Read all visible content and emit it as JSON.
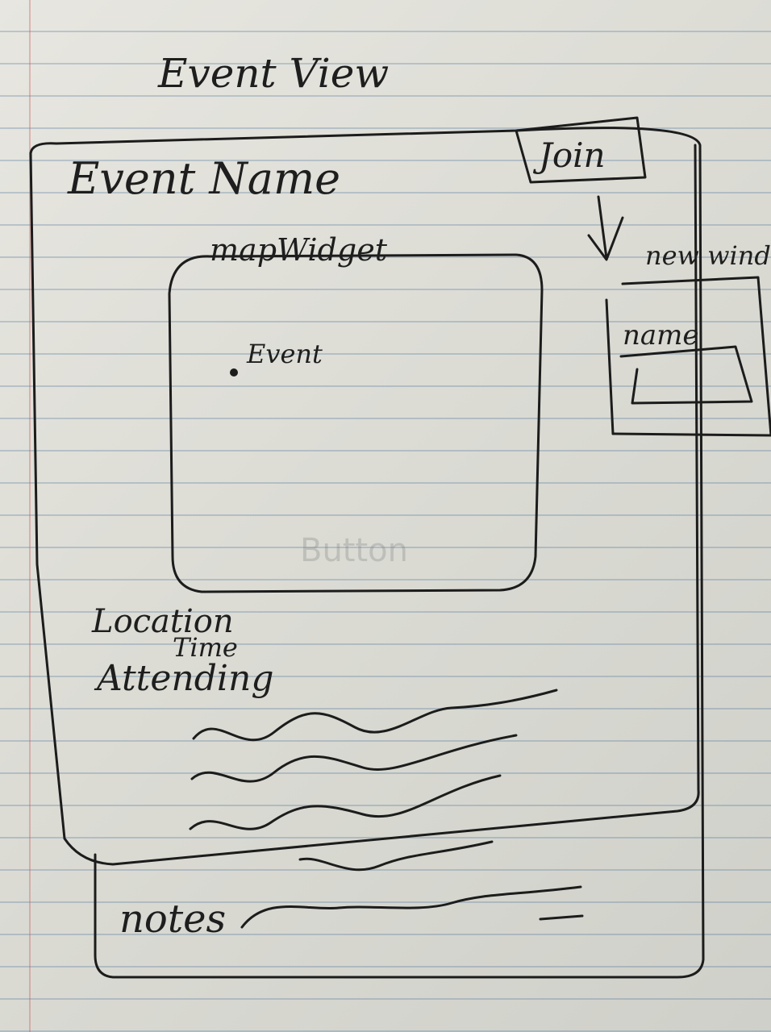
{
  "page_title": "Event View",
  "event": {
    "name": "Event Name",
    "join_label": "Join",
    "new_window_label": "new window",
    "name_field_label": "name"
  },
  "map": {
    "label": "mapWidget",
    "marker_label": "Event"
  },
  "details": {
    "location_label": "Location",
    "time_label": "Time",
    "attending_label": "Attending"
  },
  "notes_label": "notes",
  "ghost_text": "Button"
}
